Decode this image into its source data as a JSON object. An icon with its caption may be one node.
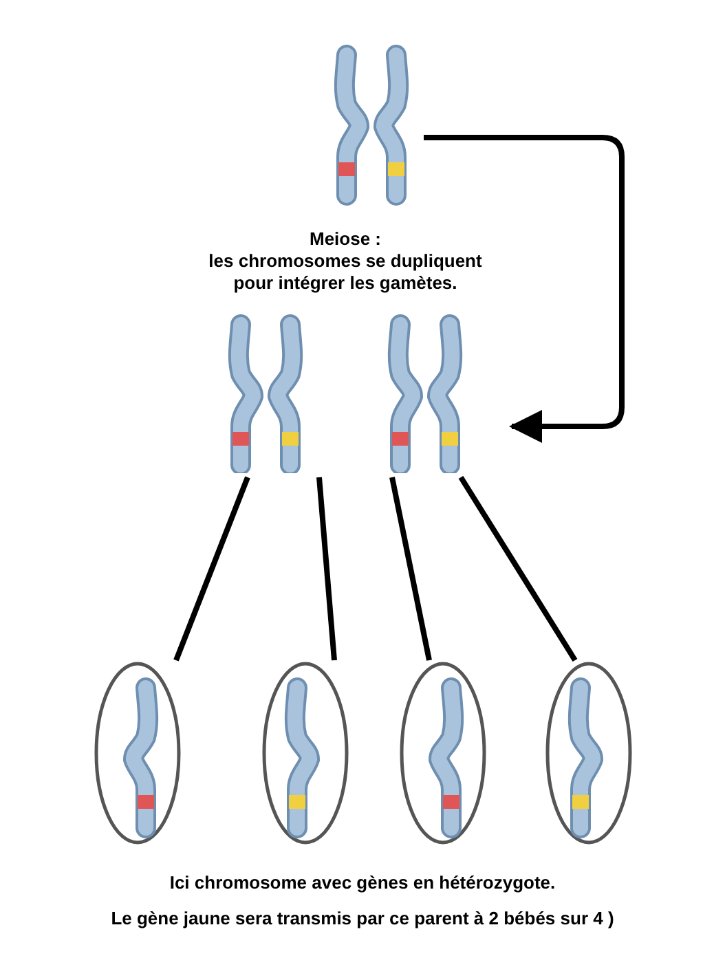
{
  "diagram": {
    "nodes": [
      {
        "text": [],
        "shape": "picture"
      },
      {
        "text": [
          "Meiose :",
          "les chromosomes se dupliquent pour intégrer les gamètes."
        ]
      },
      {
        "text": [],
        "shape": "ellipse"
      },
      {
        "text": [],
        "shape": "ellipse"
      },
      {
        "text": [],
        "shape": "ellipse"
      },
      {
        "text": [],
        "shape": "ellipse"
      }
    ],
    "edges": [
      {
        "from": 0,
        "to": 1,
        "arrow": "to"
      },
      {
        "from": 1,
        "to": 2,
        "arrow": "none"
      },
      {
        "from": 1,
        "to": 3,
        "arrow": "none"
      },
      {
        "from": 1,
        "to": 4,
        "arrow": "none"
      },
      {
        "from": 1,
        "to": 5,
        "arrow": "none"
      }
    ],
    "labels": [
      "Ici chromosome avec gènes en hétérozygote.",
      "Le gène jaune sera transmis par ce parent à 2 bébés sur 4 )"
    ]
  }
}
